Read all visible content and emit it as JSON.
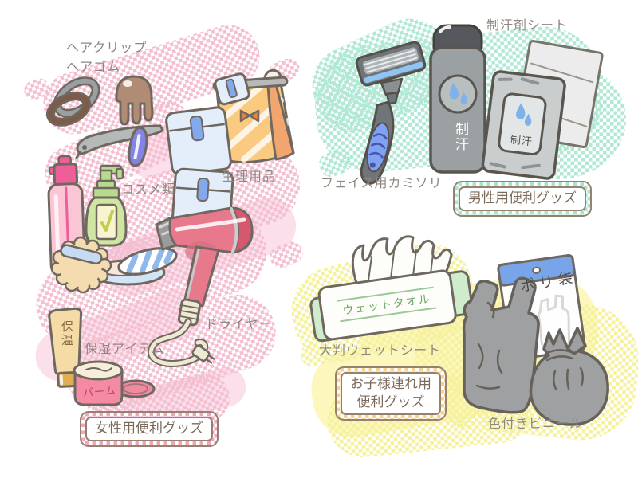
{
  "illustration_title": "convenience-goods-illustration",
  "outline_color": "#6e6860",
  "sections": {
    "women": {
      "accent_color": "#f4b9ce",
      "captions": {
        "hair_clip": "ヘアクリップ",
        "hair_tie": "ヘアゴム",
        "sanitary": "生理用品",
        "cosmetics": "コスメ類",
        "dryer": "ドライヤー",
        "moisturizer": "保湿アイテム"
      },
      "item_texts": {
        "tube": "保温",
        "balm": "バーム"
      },
      "box_label": "女性用便利グッズ"
    },
    "men": {
      "accent_color": "#a9e6d2",
      "captions": {
        "deodorant_sheets": "制汗剤シート",
        "face_razor": "フェイス用カミソリ"
      },
      "item_texts": {
        "can": "制汗",
        "packet": "制汗"
      },
      "box_label": "男性用便利グッズ"
    },
    "kids": {
      "accent_color": "#f5f095",
      "captions": {
        "large_wet_sheet": "大判ウェットシート",
        "colored_vinyl": "色付きビニール"
      },
      "item_texts": {
        "wet_towel": "ウェットタオル",
        "poly_bag": "ポリ袋"
      },
      "box_label_line1": "お子様連れ用",
      "box_label_line2": "便利グッズ"
    }
  }
}
